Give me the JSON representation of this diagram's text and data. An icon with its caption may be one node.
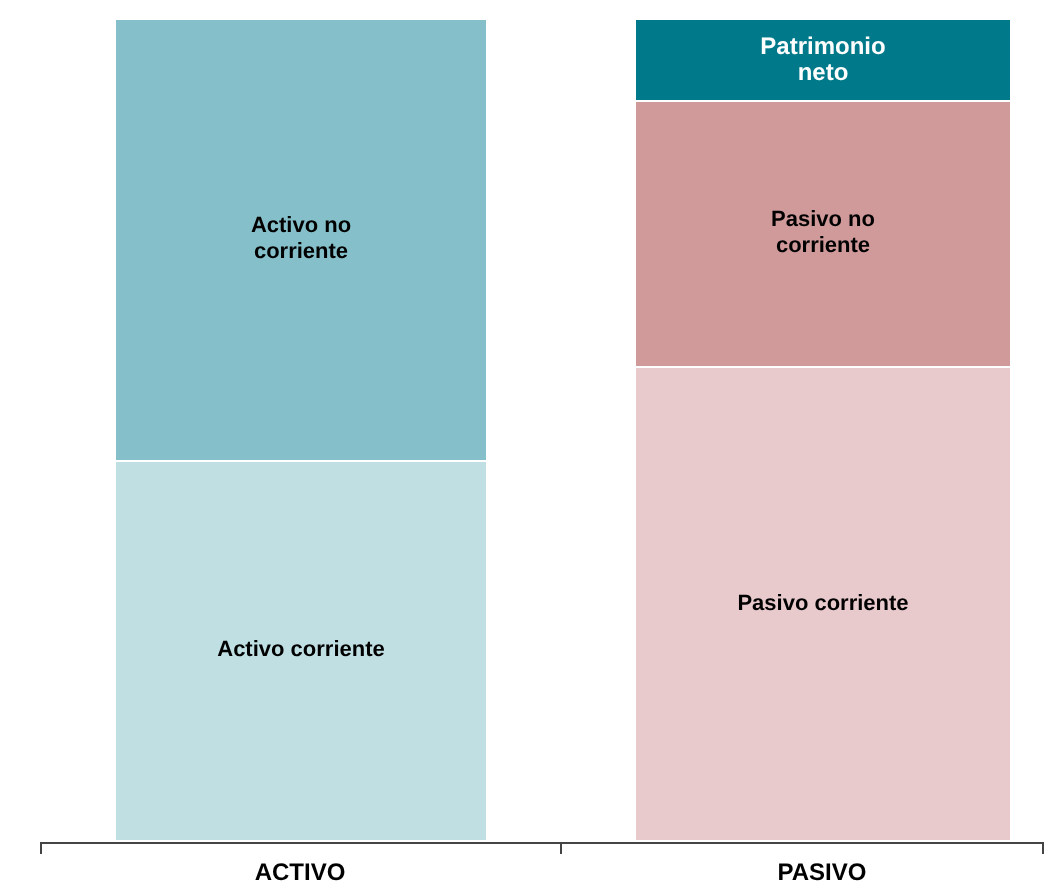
{
  "diagram": {
    "nodes": [
      {
        "text": [
          "Activo no corriente"
        ]
      },
      {
        "text": [
          "Activo corriente"
        ]
      },
      {
        "text": [
          "Patrimonio neto"
        ]
      },
      {
        "text": [
          "Pasivo no corriente"
        ]
      },
      {
        "text": [
          "Pasivo corriente"
        ]
      }
    ],
    "labels": [
      "ACTIVO",
      "PASIVO"
    ]
  }
}
